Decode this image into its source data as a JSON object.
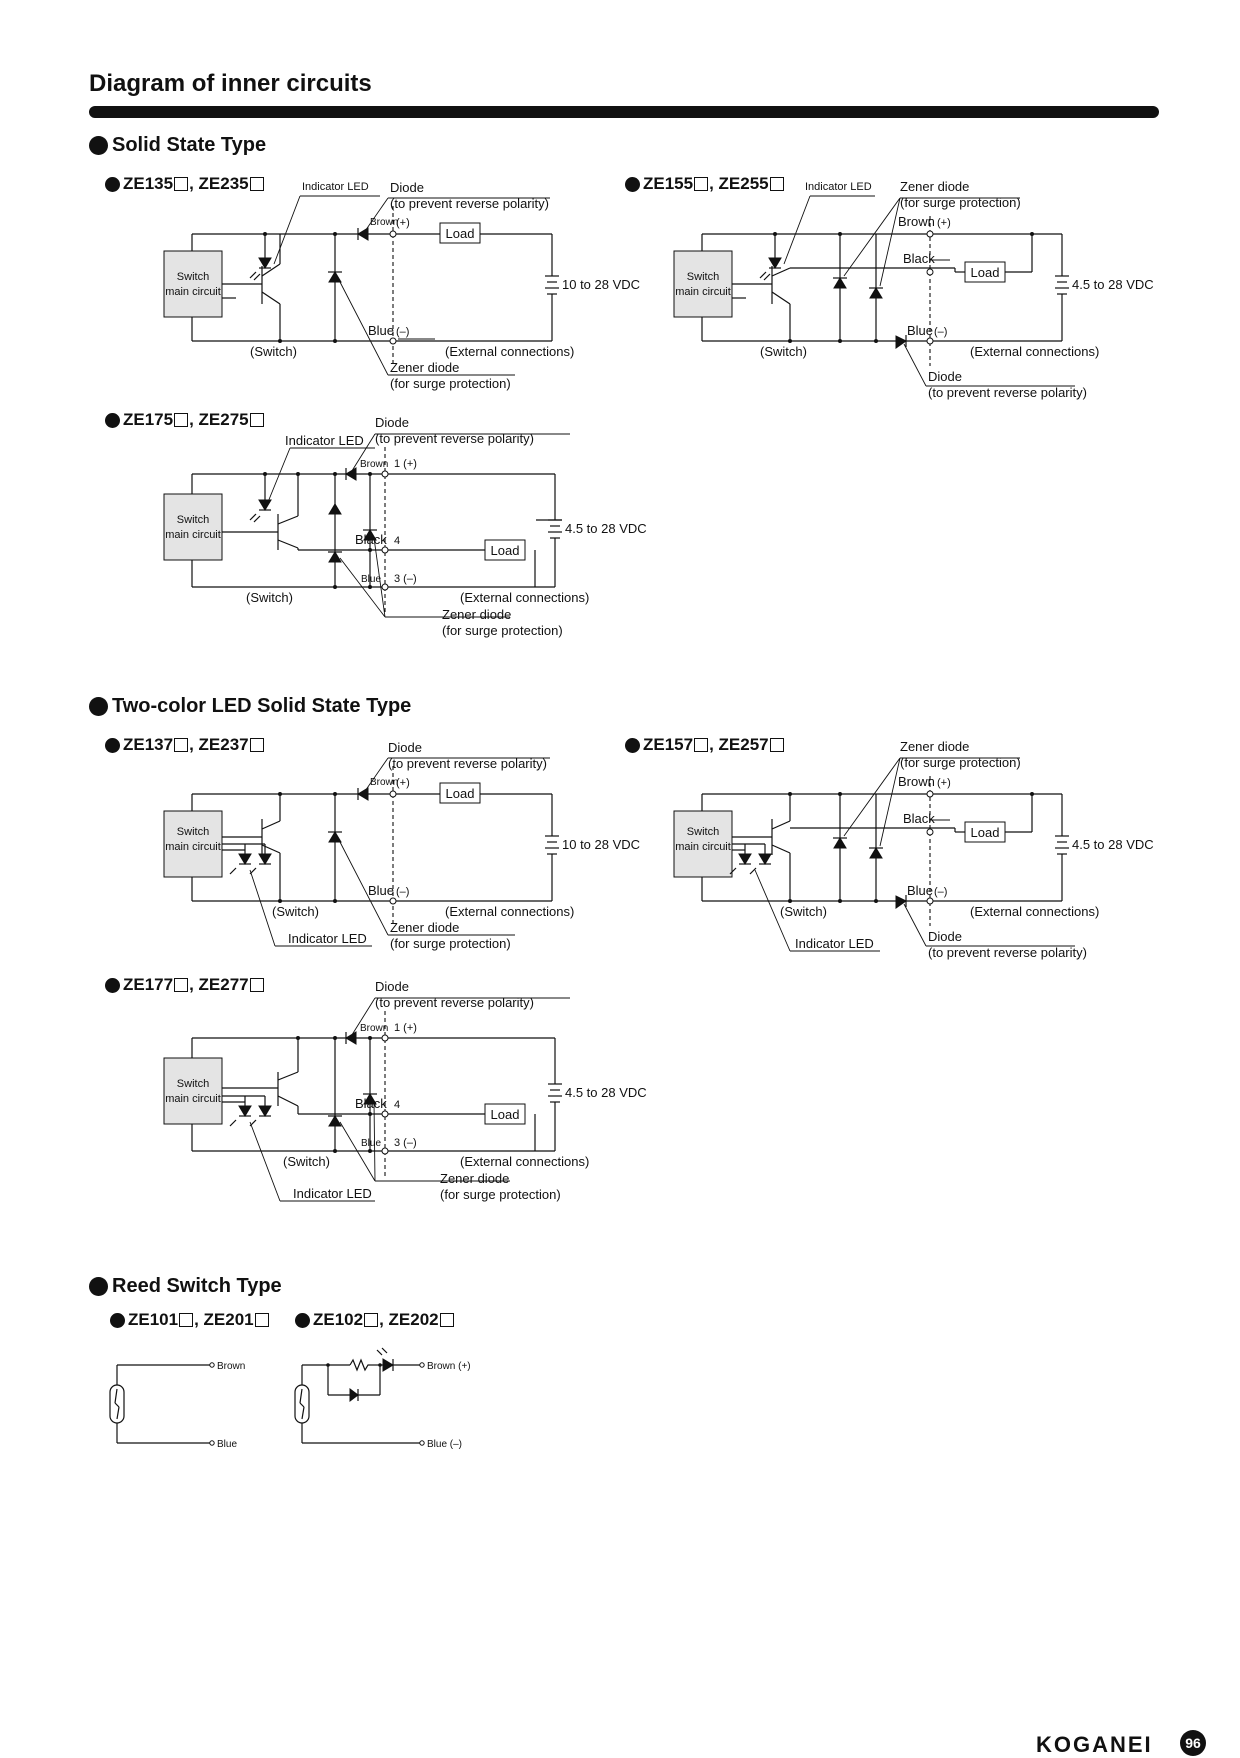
{
  "page": {
    "title": "Diagram of inner circuits",
    "brand": "KOGANEI",
    "page_number": "96"
  },
  "sections": [
    {
      "heading": "Solid State Type"
    },
    {
      "heading": "Two-color LED Solid State Type"
    },
    {
      "heading": "Reed Switch Type"
    }
  ],
  "models": {
    "ze135": [
      "ZE135",
      ", ZE235"
    ],
    "ze155": [
      "ZE155",
      ", ZE255"
    ],
    "ze175": [
      "ZE175",
      ", ZE275"
    ],
    "ze137": [
      "ZE137",
      ", ZE237"
    ],
    "ze157": [
      "ZE157",
      ", ZE257"
    ],
    "ze177": [
      "ZE177",
      ", ZE277"
    ],
    "ze101": [
      "ZE101",
      ", ZE201"
    ],
    "ze102": [
      "ZE102",
      ", ZE202"
    ]
  },
  "labels": {
    "switch_main_1": "Switch",
    "switch_main_2": "main circuit",
    "indicator_led": "Indicator LED",
    "diode": "Diode",
    "reverse_polarity": "(to prevent reverse polarity)",
    "zener_diode": "Zener diode",
    "surge_protection": "(for surge protection)",
    "brown": "Brown",
    "blue": "Blue",
    "black": "Black",
    "plus": "(+)",
    "minus": "(–)",
    "pin1": "1 (+)",
    "pin4": "4",
    "pin3": "3 (–)",
    "load": "Load",
    "switch": "(Switch)",
    "external": "(External connections)",
    "v10_28": "10 to 28 VDC",
    "v45_28": "4.5 to 28 VDC",
    "brown_plus": "Brown (+)",
    "blue_minus": "Blue (–)"
  }
}
